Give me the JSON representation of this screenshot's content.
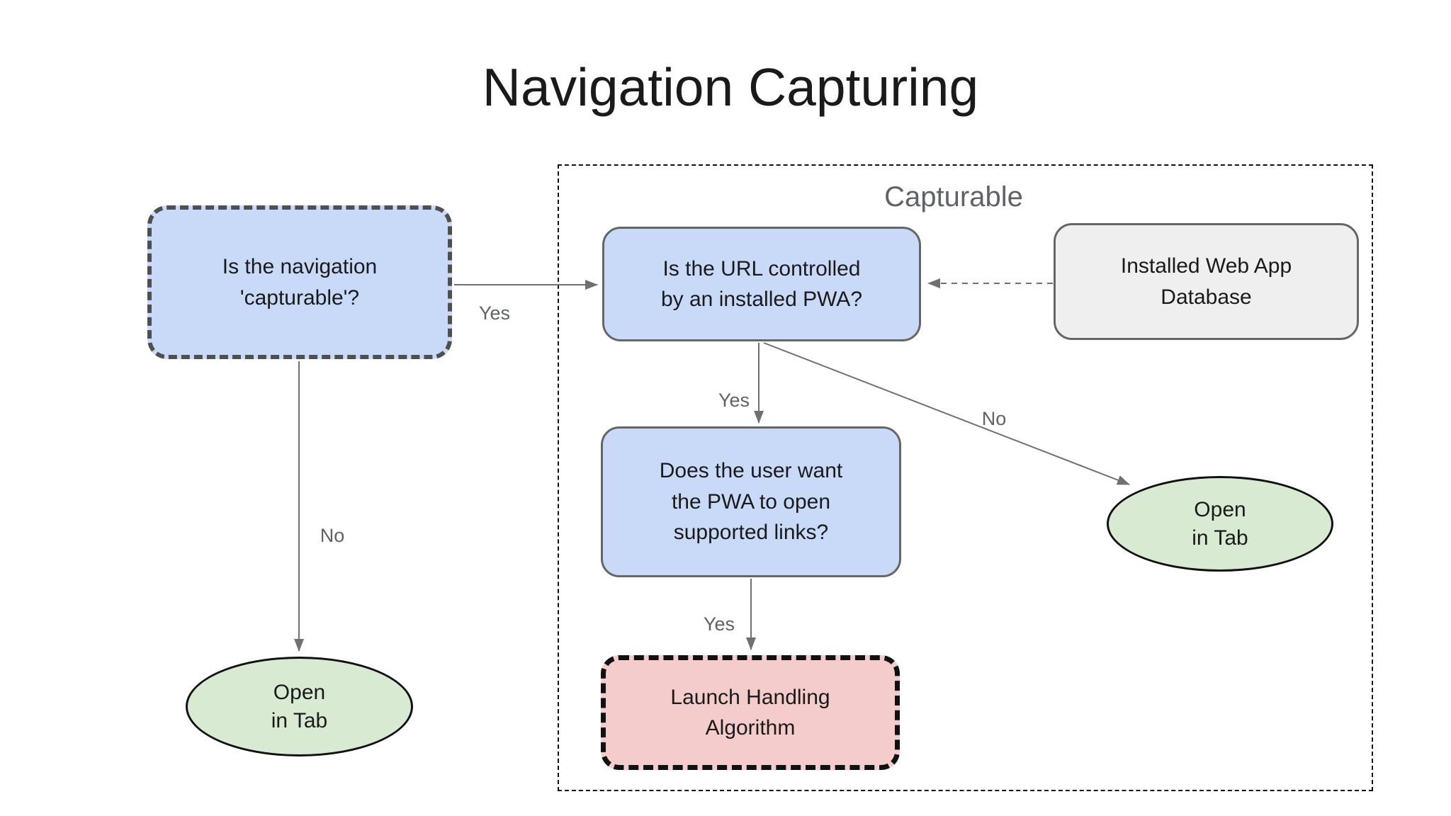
{
  "title": "Navigation Capturing",
  "group": {
    "label": "Capturable"
  },
  "nodes": {
    "is_navigation_capturable": "Is the navigation\n'capturable'?",
    "is_url_controlled": "Is the URL controlled\nby an installed PWA?",
    "installed_web_app_database": "Installed Web App\nDatabase",
    "does_user_want": "Does the user want\nthe PWA to open\nsupported links?",
    "launch_handling_algorithm": "Launch Handling\nAlgorithm",
    "open_in_tab_left": "Open\nin Tab",
    "open_in_tab_right": "Open\nin Tab"
  },
  "edge_labels": {
    "capturable_yes": "Yes",
    "capturable_no": "No",
    "url_yes": "Yes",
    "url_no": "No",
    "user_yes": "Yes"
  },
  "colors": {
    "node-blue": "#c9daf8",
    "node-green": "#d9ead3",
    "node-pink": "#f4cccc",
    "node-gray": "#efefef",
    "stroke-gray": "#666666",
    "stroke-dark": "#4f4f4f",
    "stroke-black": "#111111",
    "edge-gray": "#707070",
    "label-gray": "#5f6368",
    "text-color": "#1a1a1a"
  }
}
